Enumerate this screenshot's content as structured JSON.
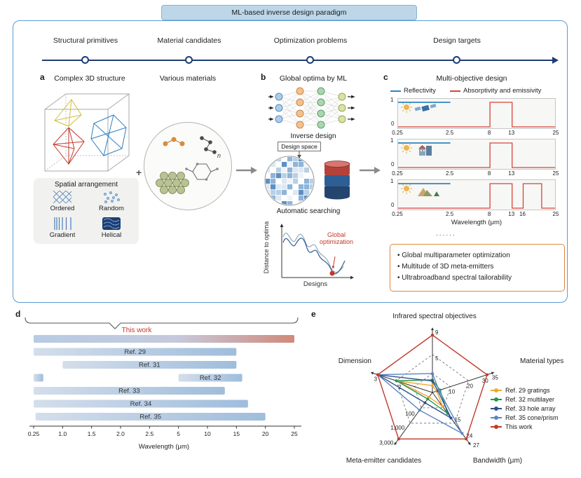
{
  "banner": {
    "title": "ML-based inverse design paradigm"
  },
  "pipeline": {
    "stages": [
      {
        "label": "Structural primitives"
      },
      {
        "label": "Material candidates"
      },
      {
        "label": "Optimization problems"
      },
      {
        "label": "Design targets"
      }
    ]
  },
  "panel_a": {
    "label": "a",
    "structure_title": "Complex 3D structure",
    "plus": "+",
    "materials_title": "Various materials",
    "molecule_subscript": "n",
    "spatial": {
      "title": "Spatial arrangement",
      "items": [
        {
          "label": "Ordered"
        },
        {
          "label": "Random"
        },
        {
          "label": "Gradient"
        },
        {
          "label": "Helical"
        }
      ]
    }
  },
  "panel_b": {
    "label": "b",
    "ml_title": "Global optima by ML",
    "nn_caption": "Inverse design",
    "design_space": "Design space",
    "database_caption": "Automatic searching",
    "opt_plot": {
      "ylabel": "Distance to optima",
      "xlabel": "Designs",
      "annotation": "Global optimization"
    }
  },
  "panel_c": {
    "label": "c",
    "title": "Multi-objective design",
    "legend": [
      {
        "label": "Reflectivity",
        "color": "#2e86c1"
      },
      {
        "label": "Absorptivity and emissivity",
        "color": "#d6453a"
      }
    ],
    "ellipsis": "......",
    "bullets": [
      "• Global multiparameter optimization",
      "• Multitude of 3D meta-emitters",
      "• Ultrabroadband spectral tailorability"
    ]
  },
  "panel_d": {
    "label": "d"
  },
  "panel_e": {
    "label": "e"
  },
  "chart_data": [
    {
      "id": "target-spectra",
      "panel": "c",
      "type": "line",
      "ylim": [
        0,
        1
      ],
      "yticks": [
        "1",
        "0"
      ],
      "xlabel": "Wavelength (μm)",
      "x_anchors": [
        [
          0.25,
          0
        ],
        [
          2.5,
          0.33
        ],
        [
          8,
          0.58
        ],
        [
          13,
          0.72
        ],
        [
          16,
          0.79
        ],
        [
          25,
          1.0
        ]
      ],
      "plots": [
        {
          "icon": "sun-satellite",
          "xticks": [
            "0.25",
            "2.5",
            "8",
            "13",
            "25"
          ],
          "xtick_vals": [
            0.25,
            2.5,
            8,
            13,
            25
          ],
          "reflectivity_band": [
            0.25,
            2.5
          ],
          "emissivity_bands": [
            [
              8,
              13
            ]
          ]
        },
        {
          "icon": "sun-building",
          "xticks": [
            "0.25",
            "2.5",
            "8",
            "13",
            "25"
          ],
          "xtick_vals": [
            0.25,
            2.5,
            8,
            13,
            25
          ],
          "reflectivity_band": [
            0.25,
            2.5
          ],
          "emissivity_bands": [
            [
              8,
              13
            ]
          ]
        },
        {
          "icon": "sun-tent",
          "xticks": [
            "0.25",
            "2.5",
            "8",
            "13",
            "16",
            "25"
          ],
          "xtick_vals": [
            0.25,
            2.5,
            8,
            13,
            16,
            25
          ],
          "reflectivity_band": [
            0.25,
            2.5
          ],
          "emissivity_bands": [
            [
              8,
              13
            ],
            [
              16,
              21
            ]
          ]
        }
      ]
    },
    {
      "id": "wavelength-coverage",
      "panel": "d",
      "type": "bar",
      "xlabel": "Wavelength (μm)",
      "xticks": [
        "0.25",
        "1.0",
        "1.5",
        "2.0",
        "2.5",
        "5",
        "10",
        "15",
        "20",
        "25"
      ],
      "xtick_vals": [
        0.25,
        1.0,
        1.5,
        2.0,
        2.5,
        5,
        10,
        15,
        20,
        25
      ],
      "highlight_label": "This work",
      "rows": [
        {
          "label": "This work",
          "ranges": [
            [
              0.25,
              25
            ]
          ],
          "highlight": true
        },
        {
          "label": "Ref. 29",
          "ranges": [
            [
              0.25,
              15
            ]
          ]
        },
        {
          "label": "Ref. 31",
          "ranges": [
            [
              1.0,
              15
            ]
          ]
        },
        {
          "label": "Ref. 32",
          "ranges": [
            [
              0.25,
              0.5
            ],
            [
              5,
              16
            ]
          ]
        },
        {
          "label": "Ref. 33",
          "ranges": [
            [
              0.25,
              13
            ]
          ]
        },
        {
          "label": "Ref. 34",
          "ranges": [
            [
              0.25,
              17
            ]
          ]
        },
        {
          "label": "Ref. 35",
          "ranges": [
            [
              0.3,
              20
            ]
          ]
        }
      ]
    },
    {
      "id": "capability-radar",
      "panel": "e",
      "type": "radar",
      "rings": [
        0.33,
        0.66,
        1.0
      ],
      "axes": [
        {
          "label": "Infrared spectral objectives",
          "ticks": [
            {
              "t": "5",
              "f": 0.55
            },
            {
              "t": "9",
              "f": 1.0
            }
          ]
        },
        {
          "label": "Material types",
          "ticks": [
            {
              "t": "10",
              "f": 0.33
            },
            {
              "t": "20",
              "f": 0.66
            },
            {
              "t": "30",
              "f": 0.94
            },
            {
              "t": "35",
              "f": 1.12
            }
          ]
        },
        {
          "label": "Bandwidth (μm)",
          "ticks": [
            {
              "t": "15",
              "f": 0.55
            },
            {
              "t": "24",
              "f": 0.9
            },
            {
              "t": "27",
              "f": 1.1
            }
          ]
        },
        {
          "label": "Meta-emitter candidates",
          "ticks": [
            {
              "t": "100",
              "f": 0.42
            },
            {
              "t": "1,000",
              "f": 0.72
            },
            {
              "t": "3,000",
              "f": 1.05
            }
          ]
        },
        {
          "label": "Dimension",
          "ticks": [
            {
              "t": "2",
              "f": 0.6
            },
            {
              "t": "3",
              "f": 1.04
            }
          ]
        }
      ],
      "series": [
        {
          "name": "Ref. 29 gratings",
          "color": "#f0a830",
          "values": {
            "objectives": 1,
            "materials": 3,
            "bandwidth": 8,
            "candidates": 20,
            "dimension": 2
          },
          "f": [
            0.12,
            0.08,
            0.3,
            0.1,
            0.66
          ]
        },
        {
          "name": "Ref. 32 multilayer",
          "color": "#27964a",
          "values": {
            "objectives": 2,
            "materials": 5,
            "bandwidth": 12,
            "candidates": 30,
            "dimension": 2
          },
          "f": [
            0.22,
            0.14,
            0.45,
            0.14,
            0.66
          ]
        },
        {
          "name": "Ref. 33 hole array",
          "color": "#2c4f8c",
          "values": {
            "objectives": 2,
            "materials": 3,
            "bandwidth": 15,
            "candidates": 60,
            "dimension": 3
          },
          "f": [
            0.2,
            0.1,
            0.55,
            0.22,
            1.0
          ]
        },
        {
          "name": "Ref. 35 cone/prism",
          "color": "#5b84c4",
          "values": {
            "objectives": 3,
            "materials": 4,
            "bandwidth": 24,
            "candidates": 300,
            "dimension": 3
          },
          "f": [
            0.33,
            0.12,
            0.88,
            0.38,
            1.0
          ]
        },
        {
          "name": "This work",
          "color": "#c0392b",
          "values": {
            "objectives": 9,
            "materials": 35,
            "bandwidth": 27,
            "candidates": 3000,
            "dimension": 3
          },
          "f": [
            1.0,
            1.0,
            1.0,
            1.0,
            1.0
          ]
        }
      ]
    }
  ]
}
